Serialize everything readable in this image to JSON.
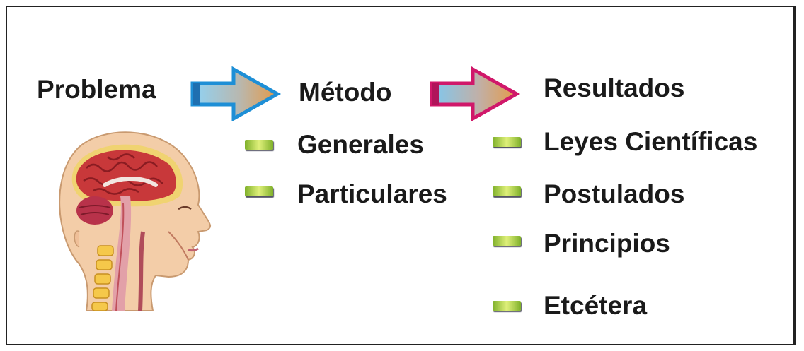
{
  "flow": {
    "problem": "Problema",
    "method": "Método",
    "results": "Resultados"
  },
  "method_items": [
    "Generales",
    "Particulares"
  ],
  "result_items": [
    "Leyes Científicas",
    "Postulados",
    "Principios",
    "Etcétera"
  ],
  "colors": {
    "arrow1_outline": "#1e8fd6",
    "arrow2_outline": "#d0186a",
    "arrow_fill_left": "#7fc8f0",
    "arrow_fill_right": "#e09a50",
    "bullet": "#b8d84a"
  },
  "icons": {
    "illustration": "human-head-anatomy-icon"
  }
}
